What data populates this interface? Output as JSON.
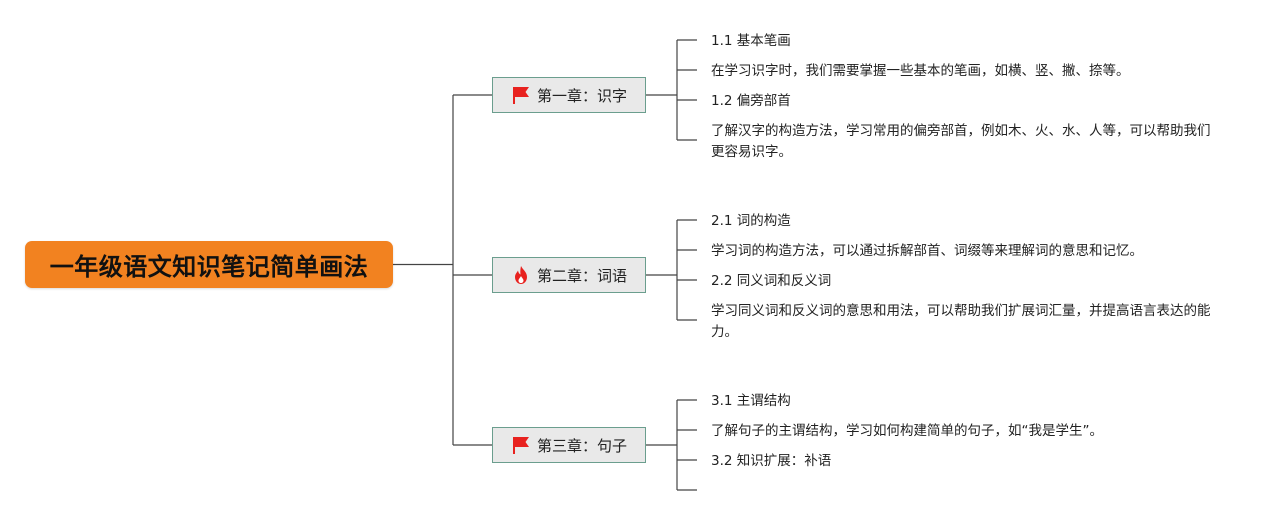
{
  "root": {
    "title": "一年级语文知识笔记简单画法",
    "color": "#f28220"
  },
  "chapters": [
    {
      "title": "第一章：识字",
      "icon": "red-flag-icon",
      "items": [
        "1.1 基本笔画",
        "在学习识字时，我们需要掌握一些基本的笔画，如横、竖、撇、捺等。",
        "1.2 偏旁部首",
        "了解汉字的构造方法，学习常用的偏旁部首，例如木、火、水、人等，可以帮助我们更容易识字。"
      ]
    },
    {
      "title": "第二章：词语",
      "icon": "fire-icon",
      "items": [
        "2.1 词的构造",
        "学习词的构造方法，可以通过拆解部首、词缀等来理解词的意思和记忆。",
        "2.2 同义词和反义词",
        "学习同义词和反义词的意思和用法，可以帮助我们扩展词汇量，并提高语言表达的能力。"
      ]
    },
    {
      "title": "第三章：句子",
      "icon": "red-flag-icon",
      "items": [
        "3.1 主谓结构",
        "了解句子的主谓结构，学习如何构建简单的句子，如“我是学生”。",
        "3.2 知识扩展：补语",
        ""
      ]
    }
  ],
  "colors": {
    "connector": "#444444",
    "chapter_bg": "#e9e9e9",
    "chapter_border": "#6b9e8e",
    "flag": "#e8221f",
    "fire": "#e8221f"
  }
}
